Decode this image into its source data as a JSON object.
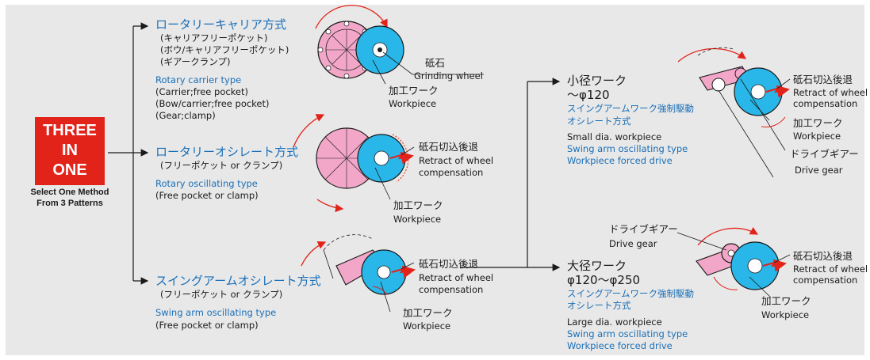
{
  "badge": {
    "line1": "THREE",
    "line2": "IN",
    "line3": "ONE"
  },
  "select_note": {
    "line1": "Select One Method",
    "line2": "From 3 Patterns"
  },
  "methods": [
    {
      "jp_title": "ロータリーキャリア方式",
      "jp_subs": [
        "(キャリアフリーポケット)",
        "(ボウ/キャリアフリーポケット)",
        "(ギアークランプ)"
      ],
      "en_title": "Rotary carrier type",
      "en_subs": [
        "(Carrier;free pocket)",
        "(Bow/carrier;free pocket)",
        "(Gear;clamp)"
      ],
      "labels": {
        "wheel_jp": "砥石",
        "wheel_en": "Grinding wheel",
        "work_jp": "加工ワーク",
        "work_en": "Workpiece"
      }
    },
    {
      "jp_title": "ロータリーオシレート方式",
      "jp_sub": "(フリーポケット or クランプ)",
      "en_title": "Rotary oscillating type",
      "en_sub": "(Free pocket or clamp)",
      "labels": {
        "retract_jp": "砥石切込後退",
        "retract_en1": "Retract of wheel",
        "retract_en2": "compensation",
        "work_jp": "加工ワーク",
        "work_en": "Workpiece"
      }
    },
    {
      "jp_title": "スイングアームオシレート方式",
      "jp_sub": "(フリーポケット or クランプ)",
      "en_title": "Swing arm oscillating type",
      "en_sub": "(Free pocket or clamp)",
      "labels": {
        "retract_jp": "砥石切込後退",
        "retract_en1": "Retract of wheel",
        "retract_en2": "compensation",
        "work_jp": "加工ワーク",
        "work_en": "Workpiece"
      }
    }
  ],
  "small": {
    "title1": "小径ワーク",
    "title2": "〜φ120",
    "jp_blue1": "スイングアームワーク強制駆動",
    "jp_blue2": "オシレート方式",
    "en1": "Small dia. workpiece",
    "en2": "Swing arm oscillating type",
    "en3": "Workpiece forced drive",
    "labels": {
      "retract_jp": "砥石切込後退",
      "retract_en1": "Retract of wheel",
      "retract_en2": "compensation",
      "work_jp": "加工ワーク",
      "work_en": "Workpiece",
      "gear_jp": "ドライブギアー",
      "gear_en": "Drive gear"
    }
  },
  "large": {
    "title1": "大径ワーク",
    "title2": "φ120〜φ250",
    "jp_blue1": "スイングアームワーク強制駆動",
    "jp_blue2": "オシレート方式",
    "en1": "Large dia. workpiece",
    "en2": "Swing arm oscillating type",
    "en3": "Workpiece forced drive",
    "labels": {
      "gear_jp": "ドライブギアー",
      "gear_en": "Drive gear",
      "retract_jp": "砥石切込後退",
      "retract_en1": "Retract of wheel",
      "retract_en2": "compensation",
      "work_jp": "加工ワーク",
      "work_en": "Workpiece"
    }
  },
  "colors": {
    "wheel": "#29b6e8",
    "carrier": "#f3a7c8",
    "accent": "#e2231a",
    "blue_text": "#1a6fb8"
  }
}
